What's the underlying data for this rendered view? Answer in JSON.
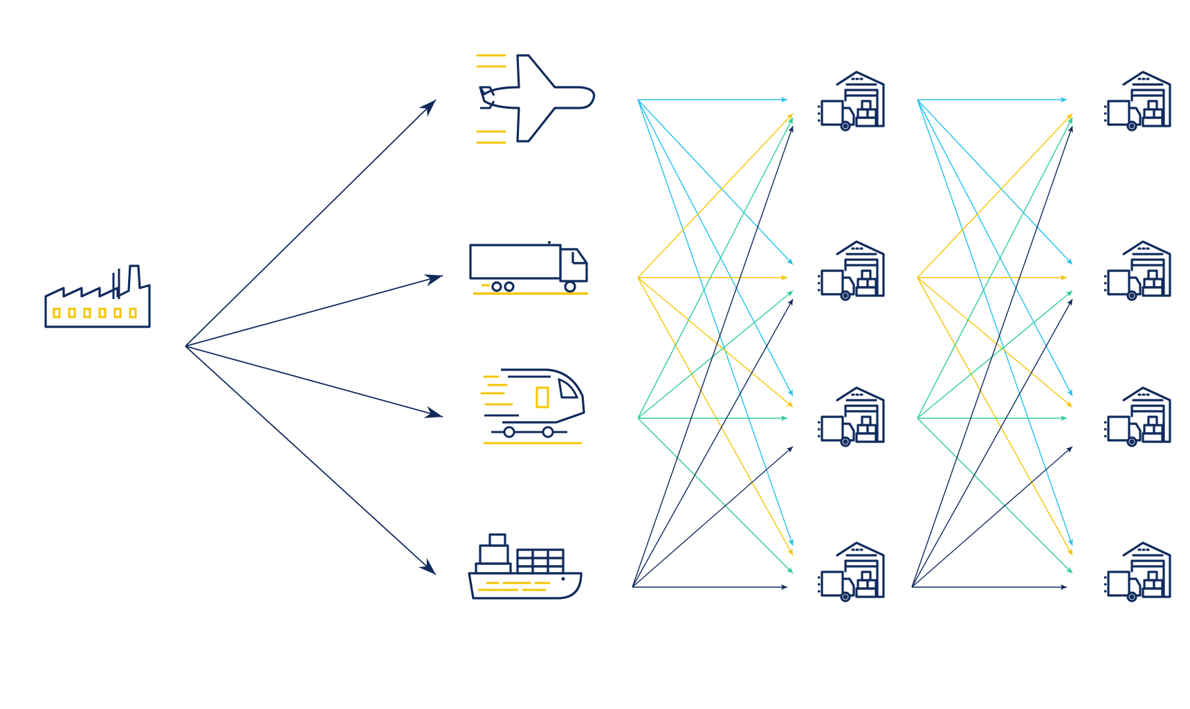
{
  "colors": {
    "navy": "#0f2a5c",
    "yellow": "#f6c400",
    "cyan": "#1ec1ee",
    "green": "#2ccf96",
    "background": "#ffffff"
  },
  "nodes": {
    "origin": {
      "icon": "factory-icon"
    },
    "modes": [
      {
        "icon": "airplane-icon",
        "flow_color": "cyan"
      },
      {
        "icon": "truck-icon",
        "flow_color": "yellow"
      },
      {
        "icon": "train-icon",
        "flow_color": "green"
      },
      {
        "icon": "ship-icon",
        "flow_color": "navy"
      }
    ],
    "hubs_first_tier": [
      {
        "icon": "warehouse-icon"
      },
      {
        "icon": "warehouse-icon"
      },
      {
        "icon": "warehouse-icon"
      },
      {
        "icon": "warehouse-icon"
      }
    ],
    "hubs_second_tier": [
      {
        "icon": "warehouse-icon"
      },
      {
        "icon": "warehouse-icon"
      },
      {
        "icon": "warehouse-icon"
      },
      {
        "icon": "warehouse-icon"
      }
    ]
  },
  "flows": {
    "factory_to_modes": "each",
    "modes_to_first_tier": "all-to-all",
    "first_tier_to_second_tier": "all-to-all"
  }
}
